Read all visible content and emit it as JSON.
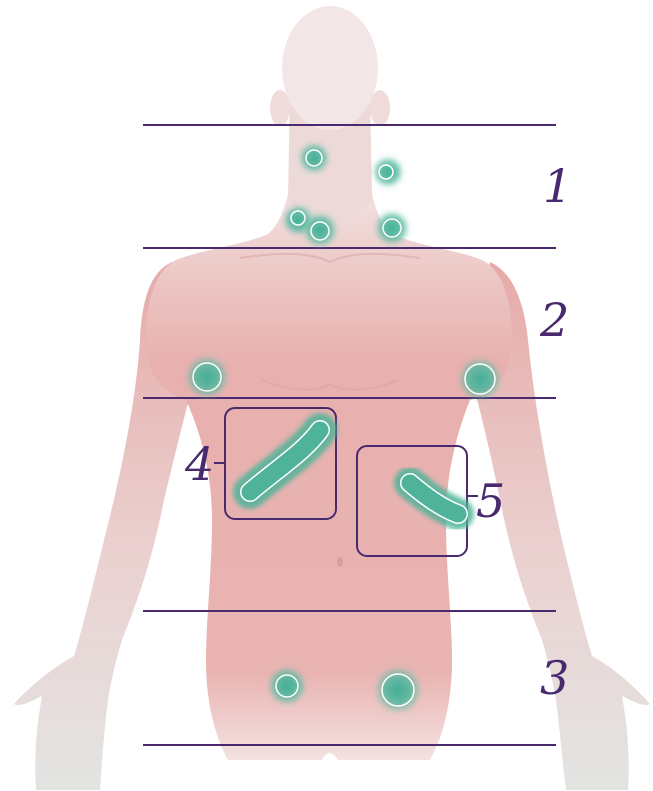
{
  "colors": {
    "skin_top": "#f2e2e0",
    "skin_body": "#e9b3b1",
    "skin_shadow": "#d99896",
    "skin_fade": "#e7dede",
    "node_glow": "#4fb39a",
    "node_ring": "#ffffff",
    "line": "#4a2a6e",
    "background": "#ffffff"
  },
  "regions": [
    {
      "id": "1",
      "label": "1"
    },
    {
      "id": "2",
      "label": "2"
    },
    {
      "id": "3",
      "label": "3"
    }
  ],
  "callouts": [
    {
      "id": "4",
      "label": "4",
      "depicts": "liver"
    },
    {
      "id": "5",
      "label": "5",
      "depicts": "spleen"
    }
  ],
  "lymph_nodes": {
    "neck": 5,
    "axillary": 2,
    "inguinal": 2
  },
  "icons": {
    "figure": "human-torso-front-view",
    "node": "lymph-node-marker",
    "organ": "organ-marker"
  }
}
